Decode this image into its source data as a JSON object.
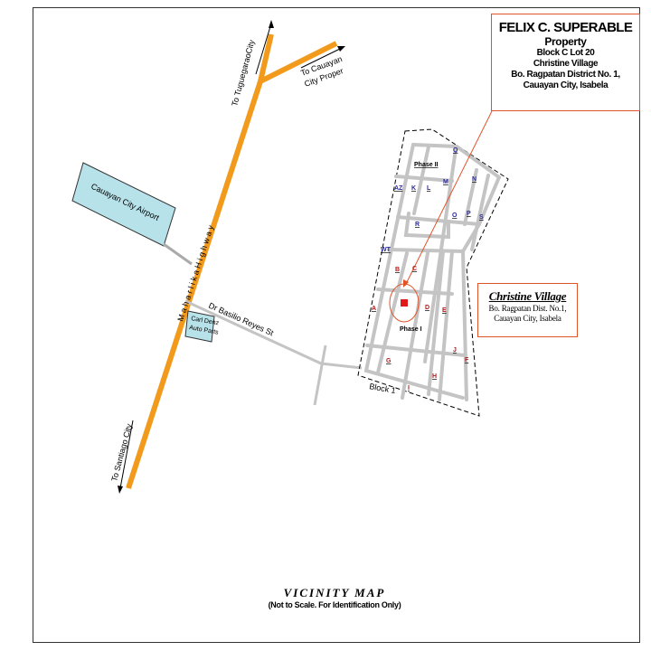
{
  "property": {
    "owner": "FELIX C. SUPERABLE",
    "label": "Property",
    "lot": "Block C Lot 20",
    "village": "Christine Village",
    "district": "Bo. Ragpatan District No. 1,",
    "city": "Cauayan City, Isabela"
  },
  "village_callout": {
    "name": "Christine Village",
    "line1": "Bo. Ragpatan Dist. No.1,",
    "line2": "Cauayan City, Isabela"
  },
  "caption": {
    "title": "VICINITY MAP",
    "note": "(Not to Scale. For Identification Only)"
  },
  "map_labels": {
    "to_tuguegarao": "To TuguegaraoCity",
    "to_cauayan": "To Cauayan",
    "city_proper": "City Proper",
    "airport": "Cauayan City Airport",
    "highway": "M a h a r l i k a   H i g h w a y",
    "basilio": "Dr Basilio Reyes St",
    "carl_denz_1": "Carl Denz",
    "carl_denz_2": "Auto Parts",
    "to_santiago": "To Santiago City",
    "phase_ii": "Phase II",
    "phase_i": "Phase I",
    "block1": "Block 1"
  },
  "blocks": {
    "A": "A",
    "B": "B",
    "C": "C",
    "D": "D",
    "E": "E",
    "F": "F",
    "G": "G",
    "H": "H",
    "I": "I",
    "J": "J",
    "K": "K",
    "L": "L",
    "M": "M",
    "N": "N",
    "O": "O",
    "P": "P",
    "Q": "Q",
    "R": "R",
    "S": "S",
    "AZ": "AZ",
    "WT": "WT"
  },
  "colors": {
    "highway": "#f29a1c",
    "road": "#c4c4c4",
    "airport": "#b8e2ea",
    "callout": "#e0542a",
    "property": "#e01818",
    "block_red": "#b01a1a",
    "block_blue": "#2a2a9a"
  }
}
